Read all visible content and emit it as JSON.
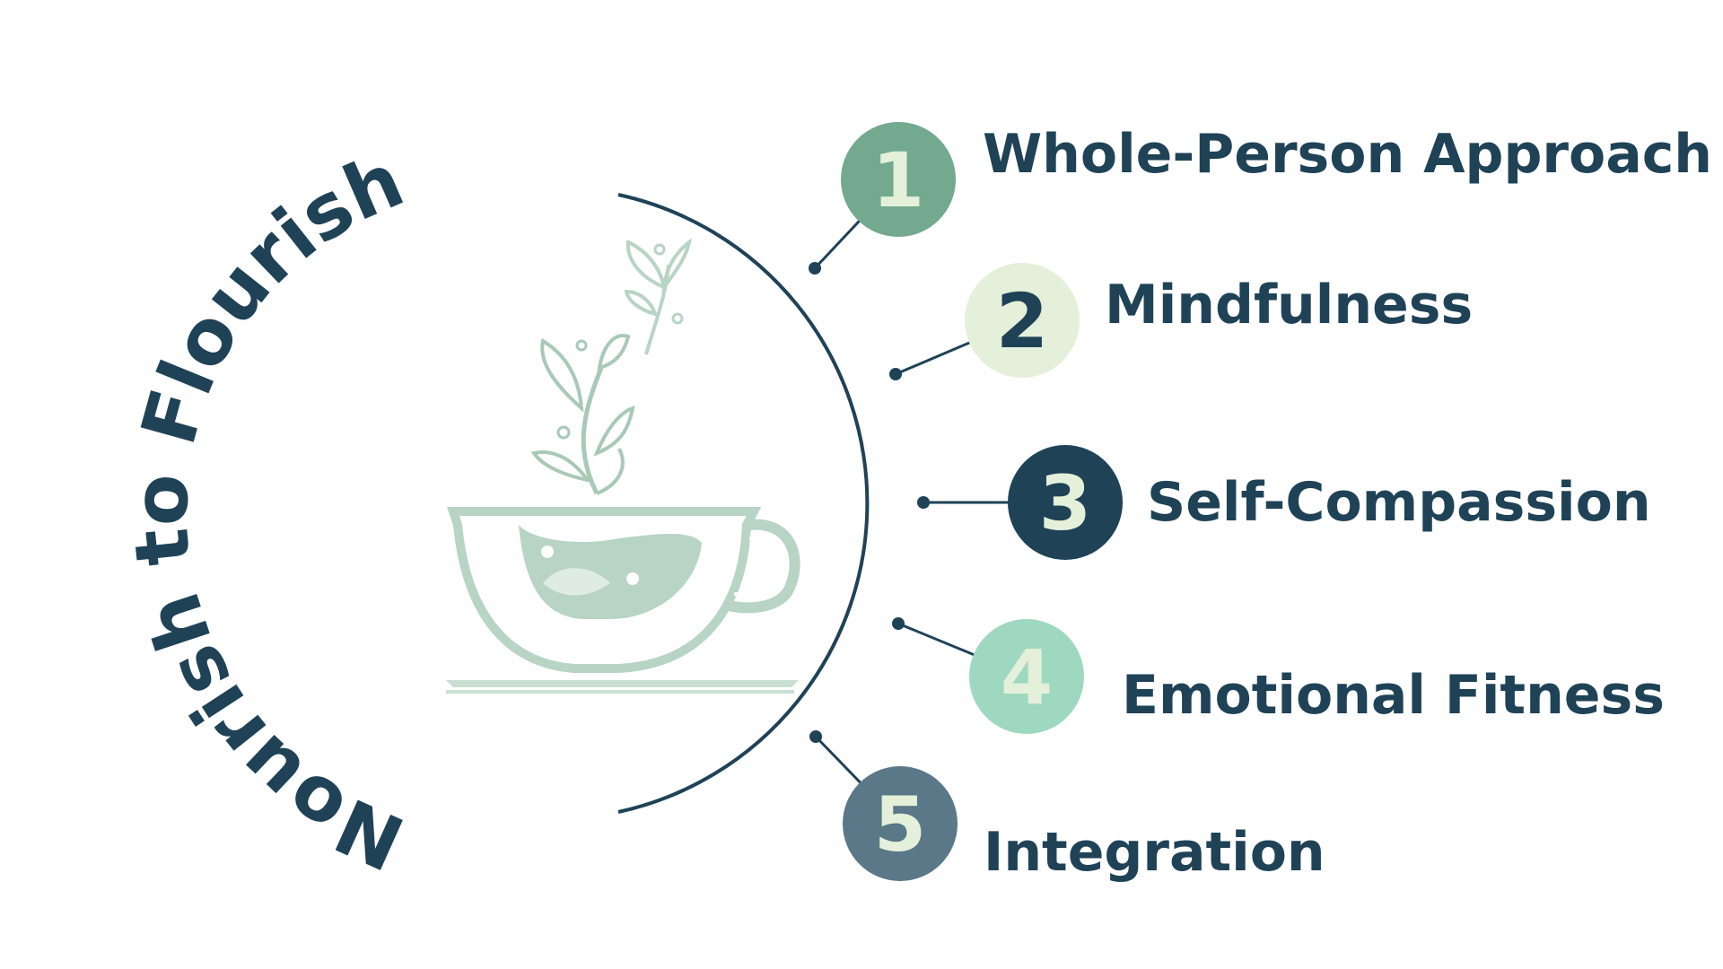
{
  "title": "Nourish to Flourish",
  "illustration": {
    "icon": "tea-cup-with-leaves-icon"
  },
  "colors": {
    "ink": "#1f4257",
    "illustration": "#b8d4c4",
    "illustration_line": "#a8c9b6"
  },
  "steps": [
    {
      "number": "1",
      "label": "Whole-Person Approach",
      "circle_color": "#72a98f",
      "number_color": "#e4f0da"
    },
    {
      "number": "2",
      "label": "Mindfulness",
      "circle_color": "#e4f0da",
      "number_color": "#1f4257"
    },
    {
      "number": "3",
      "label": "Self-Compassion",
      "circle_color": "#1f4257",
      "number_color": "#e4f0da"
    },
    {
      "number": "4",
      "label": "Emotional Fitness",
      "circle_color": "#9ed8c0",
      "number_color": "#e4f0da"
    },
    {
      "number": "5",
      "label": "Integration",
      "circle_color": "#5a7888",
      "number_color": "#e4f0da"
    }
  ]
}
